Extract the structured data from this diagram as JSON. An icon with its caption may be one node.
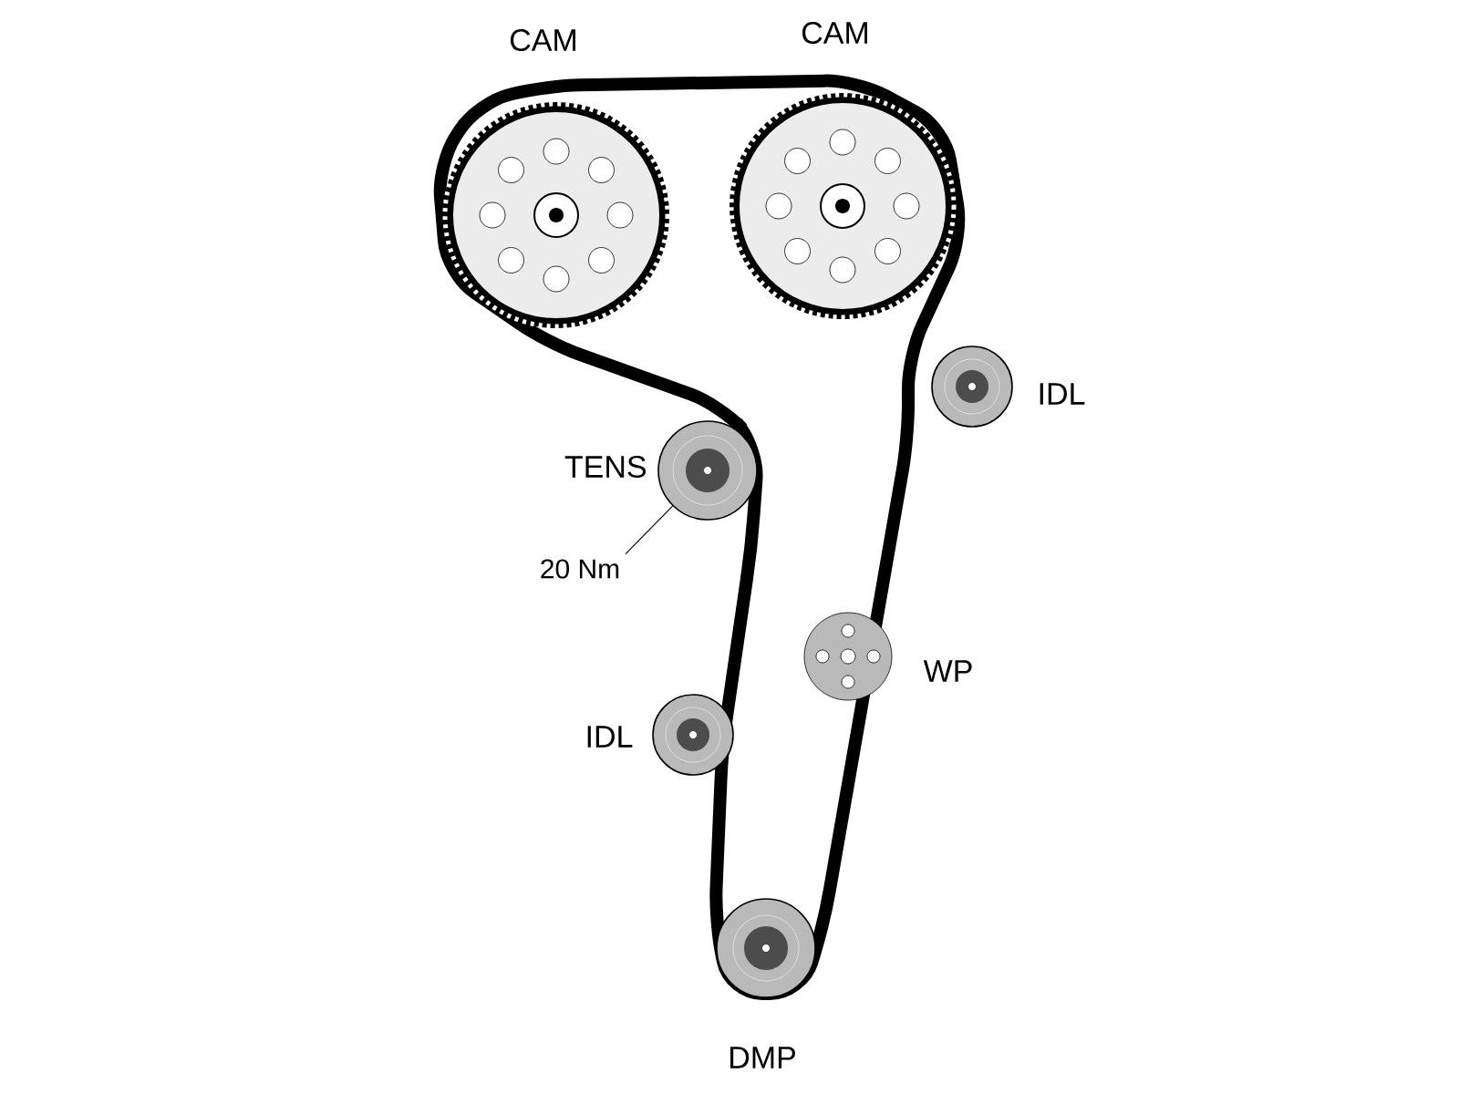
{
  "diagram": {
    "nodes": [
      {
        "text": [
          "20 Nm"
        ]
      },
      {
        "text": [],
        "shape": "circle",
        "beside": [
          "TENS"
        ]
      }
    ],
    "edges": [
      {
        "from": 0,
        "to": 1,
        "arrow": "none"
      }
    ],
    "labels": [
      "CAM",
      "CAM",
      "IDL",
      "WP",
      "IDL",
      "DMP"
    ]
  }
}
